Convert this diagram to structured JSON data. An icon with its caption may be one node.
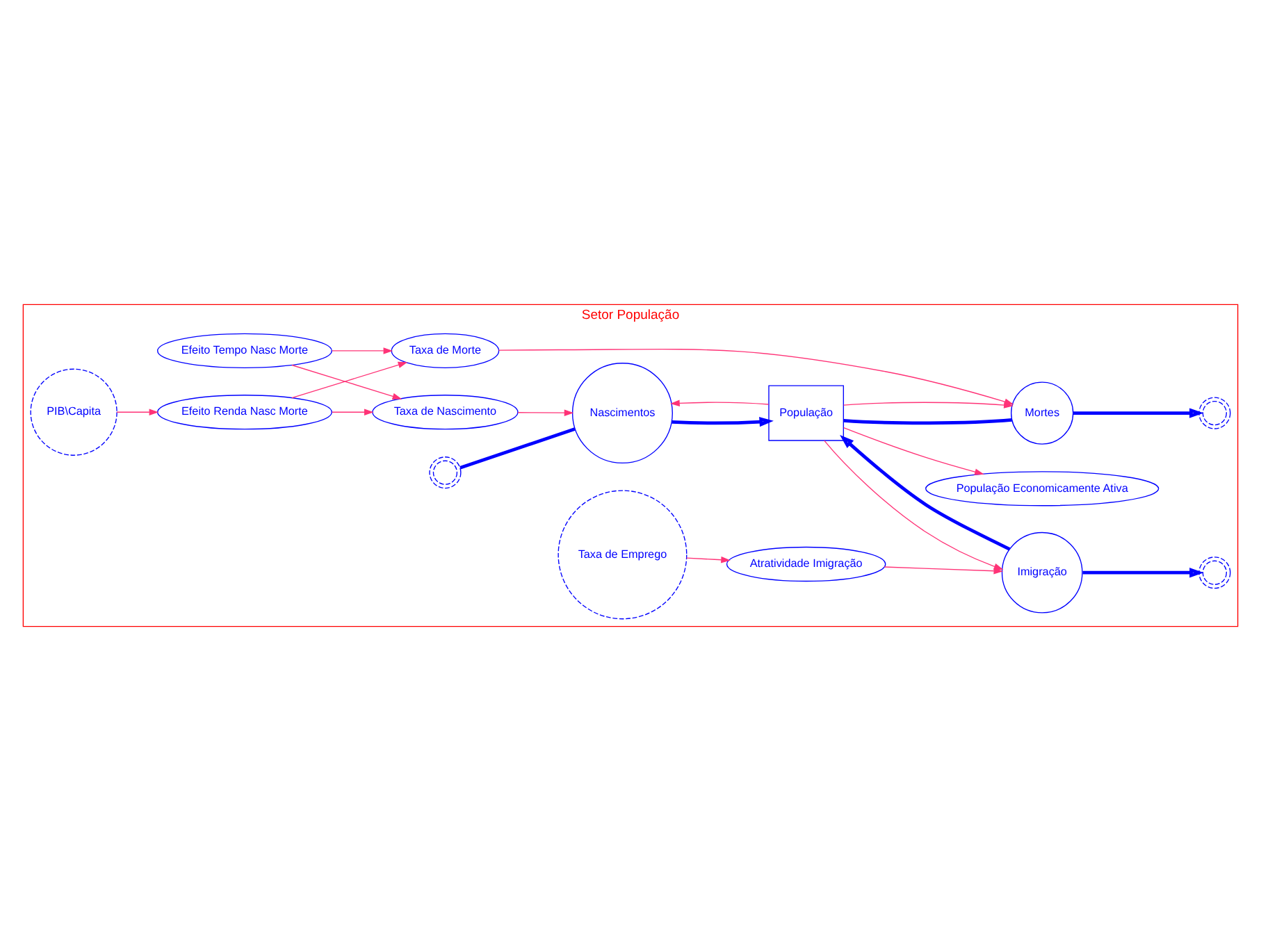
{
  "diagram": {
    "nodes": [
      {
        "text": [
          "Setor População"
        ]
      },
      {
        "text": [],
        "shape": "cloud",
        "in": 0
      },
      {
        "text": [
          "Efeito Tempo Nasc Morte"
        ],
        "in": 0
      },
      {
        "text": [
          "Nascimentos"
        ],
        "in": 0
      },
      {
        "text": [
          "População"
        ],
        "in": 0
      },
      {
        "text": [
          "Mortes"
        ],
        "in": 0
      },
      {
        "text": [],
        "shape": "cloud",
        "in": 0
      },
      {
        "text": [
          "Taxa de Nascimento"
        ],
        "in": 0
      },
      {
        "text": [
          "Efeito Renda Nasc Morte"
        ],
        "in": 0
      },
      {
        "text": [
          "Taxa de Morte"
        ],
        "in": 0
      },
      {
        "text": [
          "Imigração"
        ],
        "in": 0
      },
      {
        "text": [
          "População Economicamente Ativa"
        ],
        "in": 0
      },
      {
        "text": [
          "PIB\\Capita"
        ],
        "in": 0
      },
      {
        "text": [
          "Atratividade Imigração"
        ],
        "in": 0
      },
      {
        "text": [],
        "shape": "cloud",
        "in": 0
      },
      {
        "text": [
          "Taxa de Emprego"
        ],
        "in": 0
      }
    ],
    "edges": [
      {
        "from": 1,
        "to": 3,
        "arrow": "none",
        "style": "thick",
        "color": "#0000ff"
      },
      {
        "from": 3,
        "to": 4,
        "arrow": "to",
        "style": "thick",
        "color": "#0000ff"
      },
      {
        "from": 4,
        "to": 5,
        "arrow": "none",
        "style": "thick",
        "color": "#0000ff"
      },
      {
        "from": 5,
        "to": 6,
        "arrow": "to",
        "style": "thick",
        "color": "#0000ff"
      },
      {
        "from": 10,
        "to": 4,
        "arrow": "to",
        "style": "thick",
        "color": "#0000ff"
      },
      {
        "from": 10,
        "to": 14,
        "arrow": "to",
        "style": "thick",
        "color": "#0000ff"
      },
      {
        "from": 2,
        "to": 7,
        "arrow": "to"
      },
      {
        "from": 2,
        "to": 9,
        "arrow": "to"
      },
      {
        "from": 4,
        "to": 3,
        "arrow": "to"
      },
      {
        "from": 4,
        "to": 5,
        "arrow": "to"
      },
      {
        "from": 4,
        "to": 10,
        "arrow": "to"
      },
      {
        "from": 4,
        "to": 11,
        "arrow": "to"
      },
      {
        "from": 7,
        "to": 3,
        "arrow": "to"
      },
      {
        "from": 9,
        "to": 5,
        "arrow": "to"
      },
      {
        "from": 8,
        "to": 7,
        "arrow": "to"
      },
      {
        "from": 8,
        "to": 9,
        "arrow": "to"
      },
      {
        "from": 12,
        "to": 8,
        "arrow": "to"
      },
      {
        "from": 13,
        "to": 10,
        "arrow": "to"
      },
      {
        "from": 15,
        "to": 13,
        "arrow": "to"
      }
    ]
  }
}
